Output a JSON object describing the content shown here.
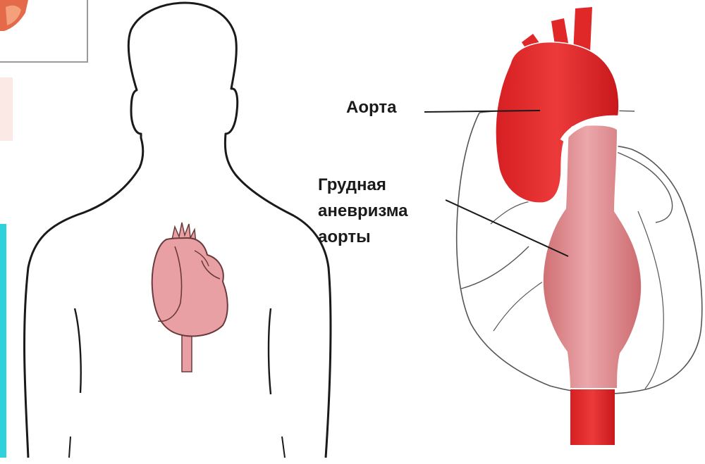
{
  "labels": {
    "aorta": "Аорта",
    "aneurysm_line1": "Грудная",
    "aneurysm_line2": "аневризма",
    "aneurysm_line3": "аорты"
  },
  "colors": {
    "aorta_red": "#e02828",
    "aneurysm_pink": "#dc8a8c",
    "heart_pink": "#e9a0a4",
    "outline": "#1a1a1a",
    "accent_cyan": "#2fd2dc"
  }
}
